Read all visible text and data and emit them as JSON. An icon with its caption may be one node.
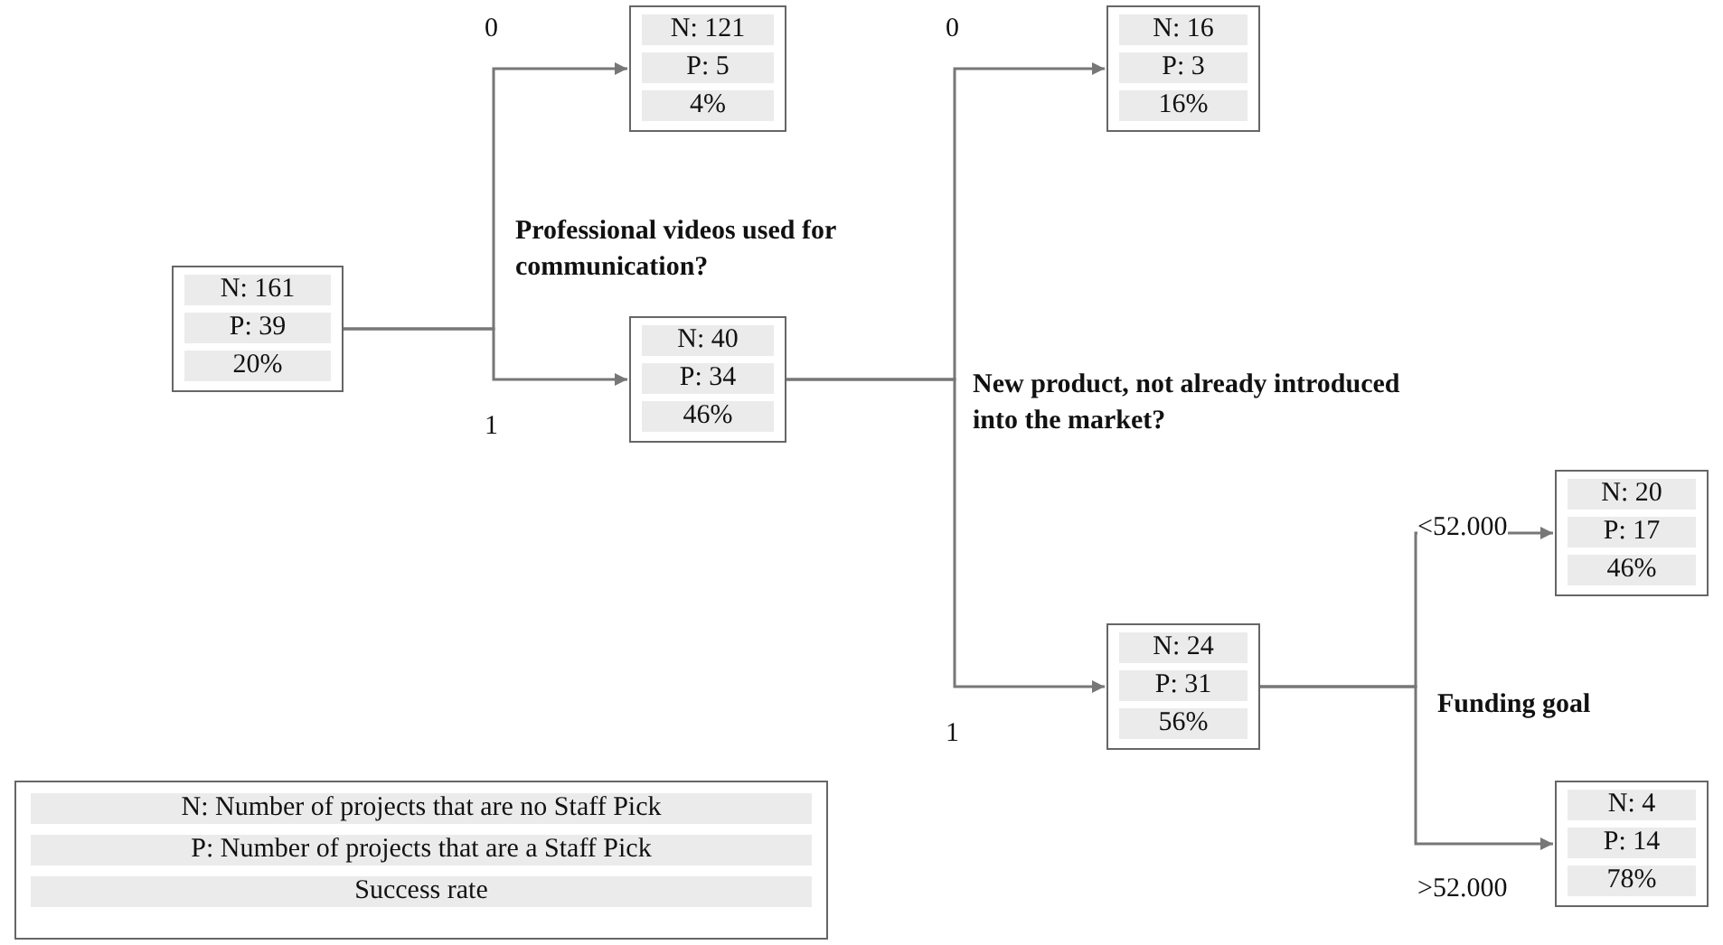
{
  "diagram": {
    "nodes": [
      {
        "text": [
          "N: 161",
          "P: 39",
          "20%"
        ]
      },
      {
        "text": [
          "N: 121",
          "P: 5",
          "4%"
        ]
      },
      {
        "text": [
          "N: 40",
          "P: 34",
          "46%"
        ]
      },
      {
        "text": [
          "N: 16",
          "P: 3",
          "16%"
        ]
      },
      {
        "text": [
          "N: 24",
          "P: 31",
          "56%"
        ]
      },
      {
        "text": [
          "N: 20",
          "P: 17",
          "46%"
        ]
      },
      {
        "text": [
          "N: 4",
          "P: 14",
          "78%"
        ]
      },
      {
        "text": [
          "N: Number of projects that are no Staff Pick",
          "P: Number of projects that are a Staff Pick",
          "Success rate"
        ]
      }
    ],
    "edges": [
      {
        "from": 0,
        "to": 1,
        "arrow": "to",
        "label": "0"
      },
      {
        "from": 0,
        "to": 2,
        "arrow": "to",
        "label": "1"
      },
      {
        "from": 2,
        "to": 3,
        "arrow": "to",
        "label": "0"
      },
      {
        "from": 2,
        "to": 4,
        "arrow": "to",
        "label": "1"
      },
      {
        "from": 4,
        "to": 5,
        "arrow": "to",
        "label": "<52.000"
      },
      {
        "from": 4,
        "to": 6,
        "arrow": "to",
        "label": ">52.000"
      }
    ],
    "labels": [
      "Professional videos used for communication?",
      "New product, not already introduced into the market?",
      "Funding goal"
    ]
  }
}
